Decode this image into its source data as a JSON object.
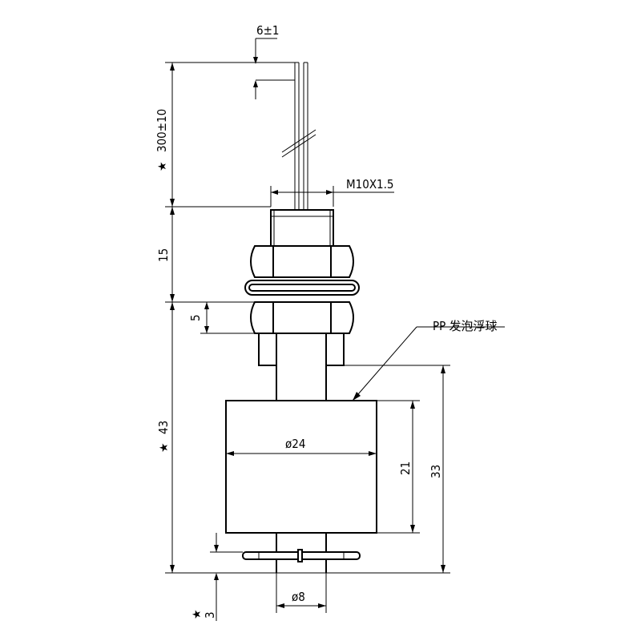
{
  "dimensions": {
    "wire_spacing": "6±1",
    "wire_length": "300±10",
    "thread": "M10X1.5",
    "thread_length": "15",
    "nut_height": "5",
    "total_length": "43",
    "float_diameter": "ø24",
    "float_height": "21",
    "float_travel": "33",
    "stopper_diameter": "ø8",
    "clip_offset": "3"
  },
  "callout": {
    "material": "PP 发泡浮球"
  },
  "markers": {
    "star": "★"
  }
}
